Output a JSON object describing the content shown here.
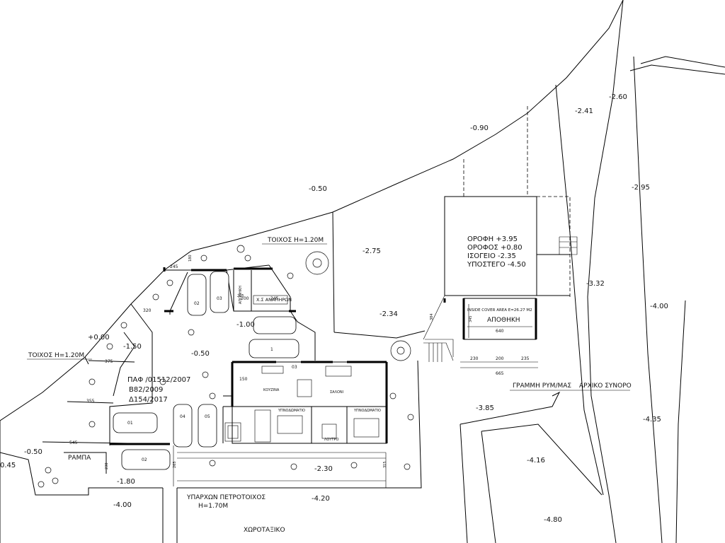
{
  "labels": {
    "wall_top": "ΤΟΙΧΟΣ Η=1.20Μ",
    "wall_left": "ΤΟΙΧΟΣ Η=1.20Μ",
    "paf_1": "ΠΑΦ /01512/2007",
    "paf_2": "Β82/2009",
    "paf_3": "Δ154/2017",
    "levels_roof": "ΟΡΟΦΗ  +3.95",
    "levels_floor": "ΟΡΟΦΟΣ  +0.80",
    "levels_ground": "ΙΣΟΓΕΙΟ  -2.35",
    "levels_basement": "ΥΠΟΣΤΕΓΟ  -4.50",
    "cover_area": "INSIDE COVER AREA E=26.27 M2",
    "storage": "ΑΠΟΘΗΚΗ",
    "zoning_line": "ΓΡΑΜΜΗ ΡΥΜ/ΜΑΣ",
    "original_boundary": "ΑΡΧΙΚΟ ΣΥΝΟΡΟ",
    "ramp": "ΡΑΜΠΑ",
    "stone_wall_1": "ΥΠΑΡΧΩΝ ΠΕΤΡΟΤΟΙΧΟΣ",
    "stone_wall_2": "Η=1.70Μ",
    "plan_title": "ΧΩΡΟΤΑΞΙΚΟ",
    "ks_anatiron": "Χ.Σ ΑΝΑΠΗΡΩΝ",
    "apothiki_small": "ΑΠΟΘΗΚΗ",
    "kitchen": "ΚΟΥΖΙΝΑ",
    "living": "ΣΑΛΟΝΙ",
    "bedroom_1": "ΥΠΝΟΔΩΜΑΤΙΟ",
    "bedroom_2": "ΥΠΝΟΔΩΜΑΤΙΟ",
    "bathroom": "ΛΟΥΤΡΟ"
  },
  "elevations": {
    "e_090": "-0.90",
    "e_241": "-2.41",
    "e_260": "-2.60",
    "e_050_top": "-0.50",
    "e_295": "-2.95",
    "e_275": "-2.75",
    "e_332": "-3.32",
    "e_234": "-2.34",
    "e_400_right": "-4.00",
    "e_100": "-1.00",
    "e_000": "+0.00",
    "e_150": "-1.50",
    "e_050_mid": "-0.50",
    "e_385": "-3.85",
    "e_435": "-4.35",
    "e_050_left": "-0.50",
    "e_045": "0.45",
    "e_416": "-4.16",
    "e_230": "-2.30",
    "e_180": "-1.80",
    "e_400_bottom": "-4.00",
    "e_420": "-4.20",
    "e_480": "-4.80"
  },
  "dimensions": {
    "d_245a": "245",
    "d_245b": "245",
    "d_320": "320",
    "d_375": "375",
    "d_355": "355",
    "d_545": "545",
    "d_150": "150",
    "d_345": "345",
    "d_640": "640",
    "d_230": "230",
    "d_200": "200",
    "d_235": "235",
    "d_665": "665",
    "d_384": "384",
    "d_205": "205",
    "d_200b": "200",
    "d_315": "315",
    "d_265": "265",
    "d_230b": "230",
    "d_180": "180"
  },
  "cars": {
    "c1": "1",
    "c2": "02",
    "c3": "03",
    "c4": "04",
    "c5": "05",
    "c6": "01",
    "c7": "02",
    "c8": "03"
  }
}
